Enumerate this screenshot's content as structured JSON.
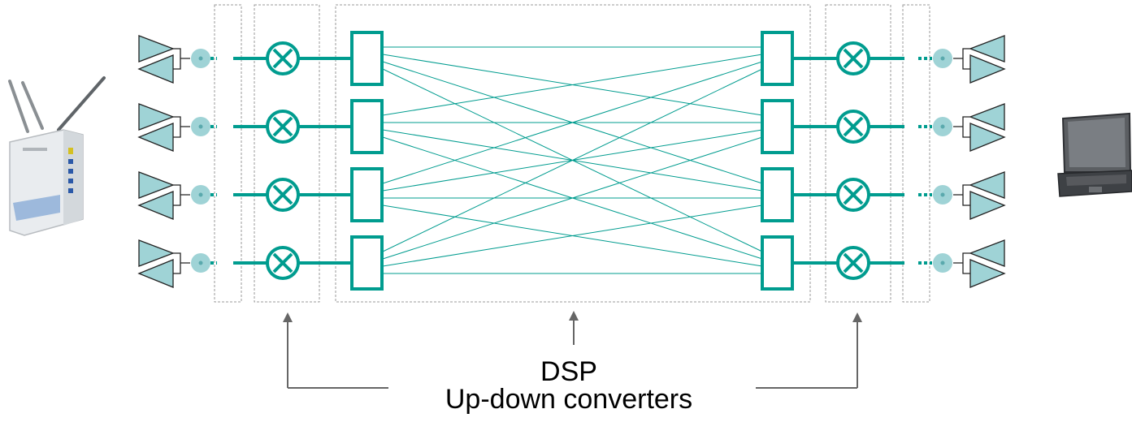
{
  "diagram": {
    "labels": {
      "dsp": "DSP",
      "converters": "Up-down converters"
    },
    "colors": {
      "teal": "#009C8F",
      "antenna_fill": "#9FD3D6",
      "dash_box": "#9a9a9a",
      "arrow": "#666666"
    },
    "channels": 4,
    "devices": {
      "left": "router-icon",
      "right": "laptop-icon"
    }
  }
}
